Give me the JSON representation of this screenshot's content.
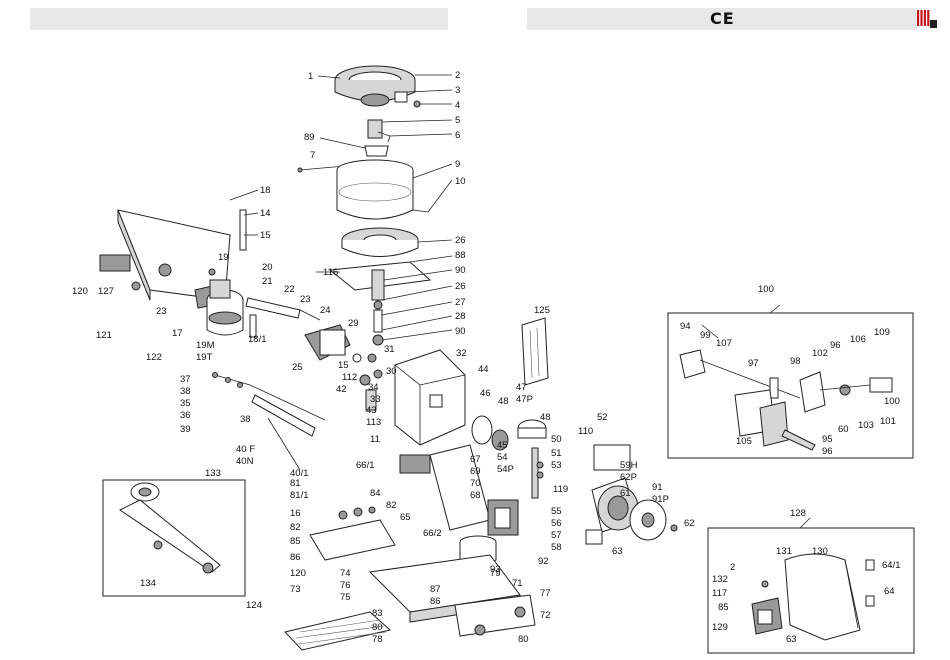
{
  "header": {
    "certification_mark": "CE"
  },
  "detail_boxes": {
    "box_100": "100",
    "box_128": "128"
  },
  "callouts": {
    "c1": "1",
    "c2": "2",
    "c3": "3",
    "c4": "4",
    "c5": "5",
    "c6": "6",
    "c89": "89",
    "c7": "7",
    "c9": "9",
    "c10": "10",
    "c18": "18",
    "c14": "14",
    "c15": "15",
    "c26a": "26",
    "c88": "88",
    "c116": "116",
    "c90a": "90",
    "c26b": "26",
    "c27": "27",
    "c28": "28",
    "c90b": "90",
    "c120a": "120",
    "c127": "127",
    "c19": "19",
    "c20": "20",
    "c21": "21",
    "c22": "22",
    "c23a": "23",
    "c23b": "23",
    "c24": "24",
    "c121": "121",
    "c17": "17",
    "c19m": "19M",
    "c19t": "19T",
    "c18_1": "18/1",
    "c122": "122",
    "c29": "29",
    "c125": "125",
    "c25": "25",
    "c31": "31",
    "c32": "32",
    "c44": "44",
    "c15b": "15",
    "c112": "112",
    "c42": "42",
    "c30": "30",
    "c37": "37",
    "c38a": "38",
    "c35": "35",
    "c36": "36",
    "c39": "39",
    "c38b": "38",
    "c34": "34",
    "c33": "33",
    "c113": "113",
    "c43": "43",
    "c11": "11",
    "c46": "46",
    "c48": "48",
    "c47": "47",
    "c47p": "47P",
    "c48b": "48",
    "c50": "50",
    "c52": "52",
    "c110": "110",
    "c45": "45",
    "c54": "54",
    "c54p": "54P",
    "c51": "51",
    "c53": "53",
    "c40f": "40 F",
    "c40n": "40N",
    "c133": "133",
    "c40_1": "40/1",
    "c66_1": "66/1",
    "c67": "67",
    "c69": "69",
    "c70": "70",
    "c68": "68",
    "c119": "119",
    "c59h": "59H",
    "c62p": "62P",
    "c91": "91",
    "c91p": "91P",
    "c61": "61",
    "c81": "81",
    "c81_1": "81/1",
    "c84": "84",
    "c82a": "82",
    "c16": "16",
    "c82b": "82",
    "c85a": "85",
    "c86": "86",
    "c120b": "120",
    "c73": "73",
    "c66_2": "66/2",
    "c65": "65",
    "c55": "55",
    "c56": "56",
    "c57": "57",
    "c58": "58",
    "c92": "92",
    "c63a": "63",
    "c62": "62",
    "c134": "134",
    "c74": "74",
    "c76a": "76",
    "c75": "75",
    "c87": "87",
    "c86b": "86",
    "c79": "79",
    "c71": "71",
    "c77": "77",
    "c72": "72",
    "c93": "93",
    "c83": "83",
    "c80a": "80",
    "c78": "78",
    "c80b": "80",
    "c124": "124",
    "c94": "94",
    "c99": "99",
    "c107": "107",
    "c97": "97",
    "c98": "98",
    "c102": "102",
    "c96": "96",
    "c106": "106",
    "c109": "109",
    "c100b": "100",
    "c101": "101",
    "c103": "103",
    "c60": "60",
    "c105": "105",
    "c95": "95",
    "c96b": "96",
    "c131": "131",
    "c130": "130",
    "c2b": "2",
    "c132": "132",
    "c117": "117",
    "c85b": "85",
    "c129": "129",
    "c63b": "63",
    "c64_1": "64/1",
    "c64": "64"
  }
}
